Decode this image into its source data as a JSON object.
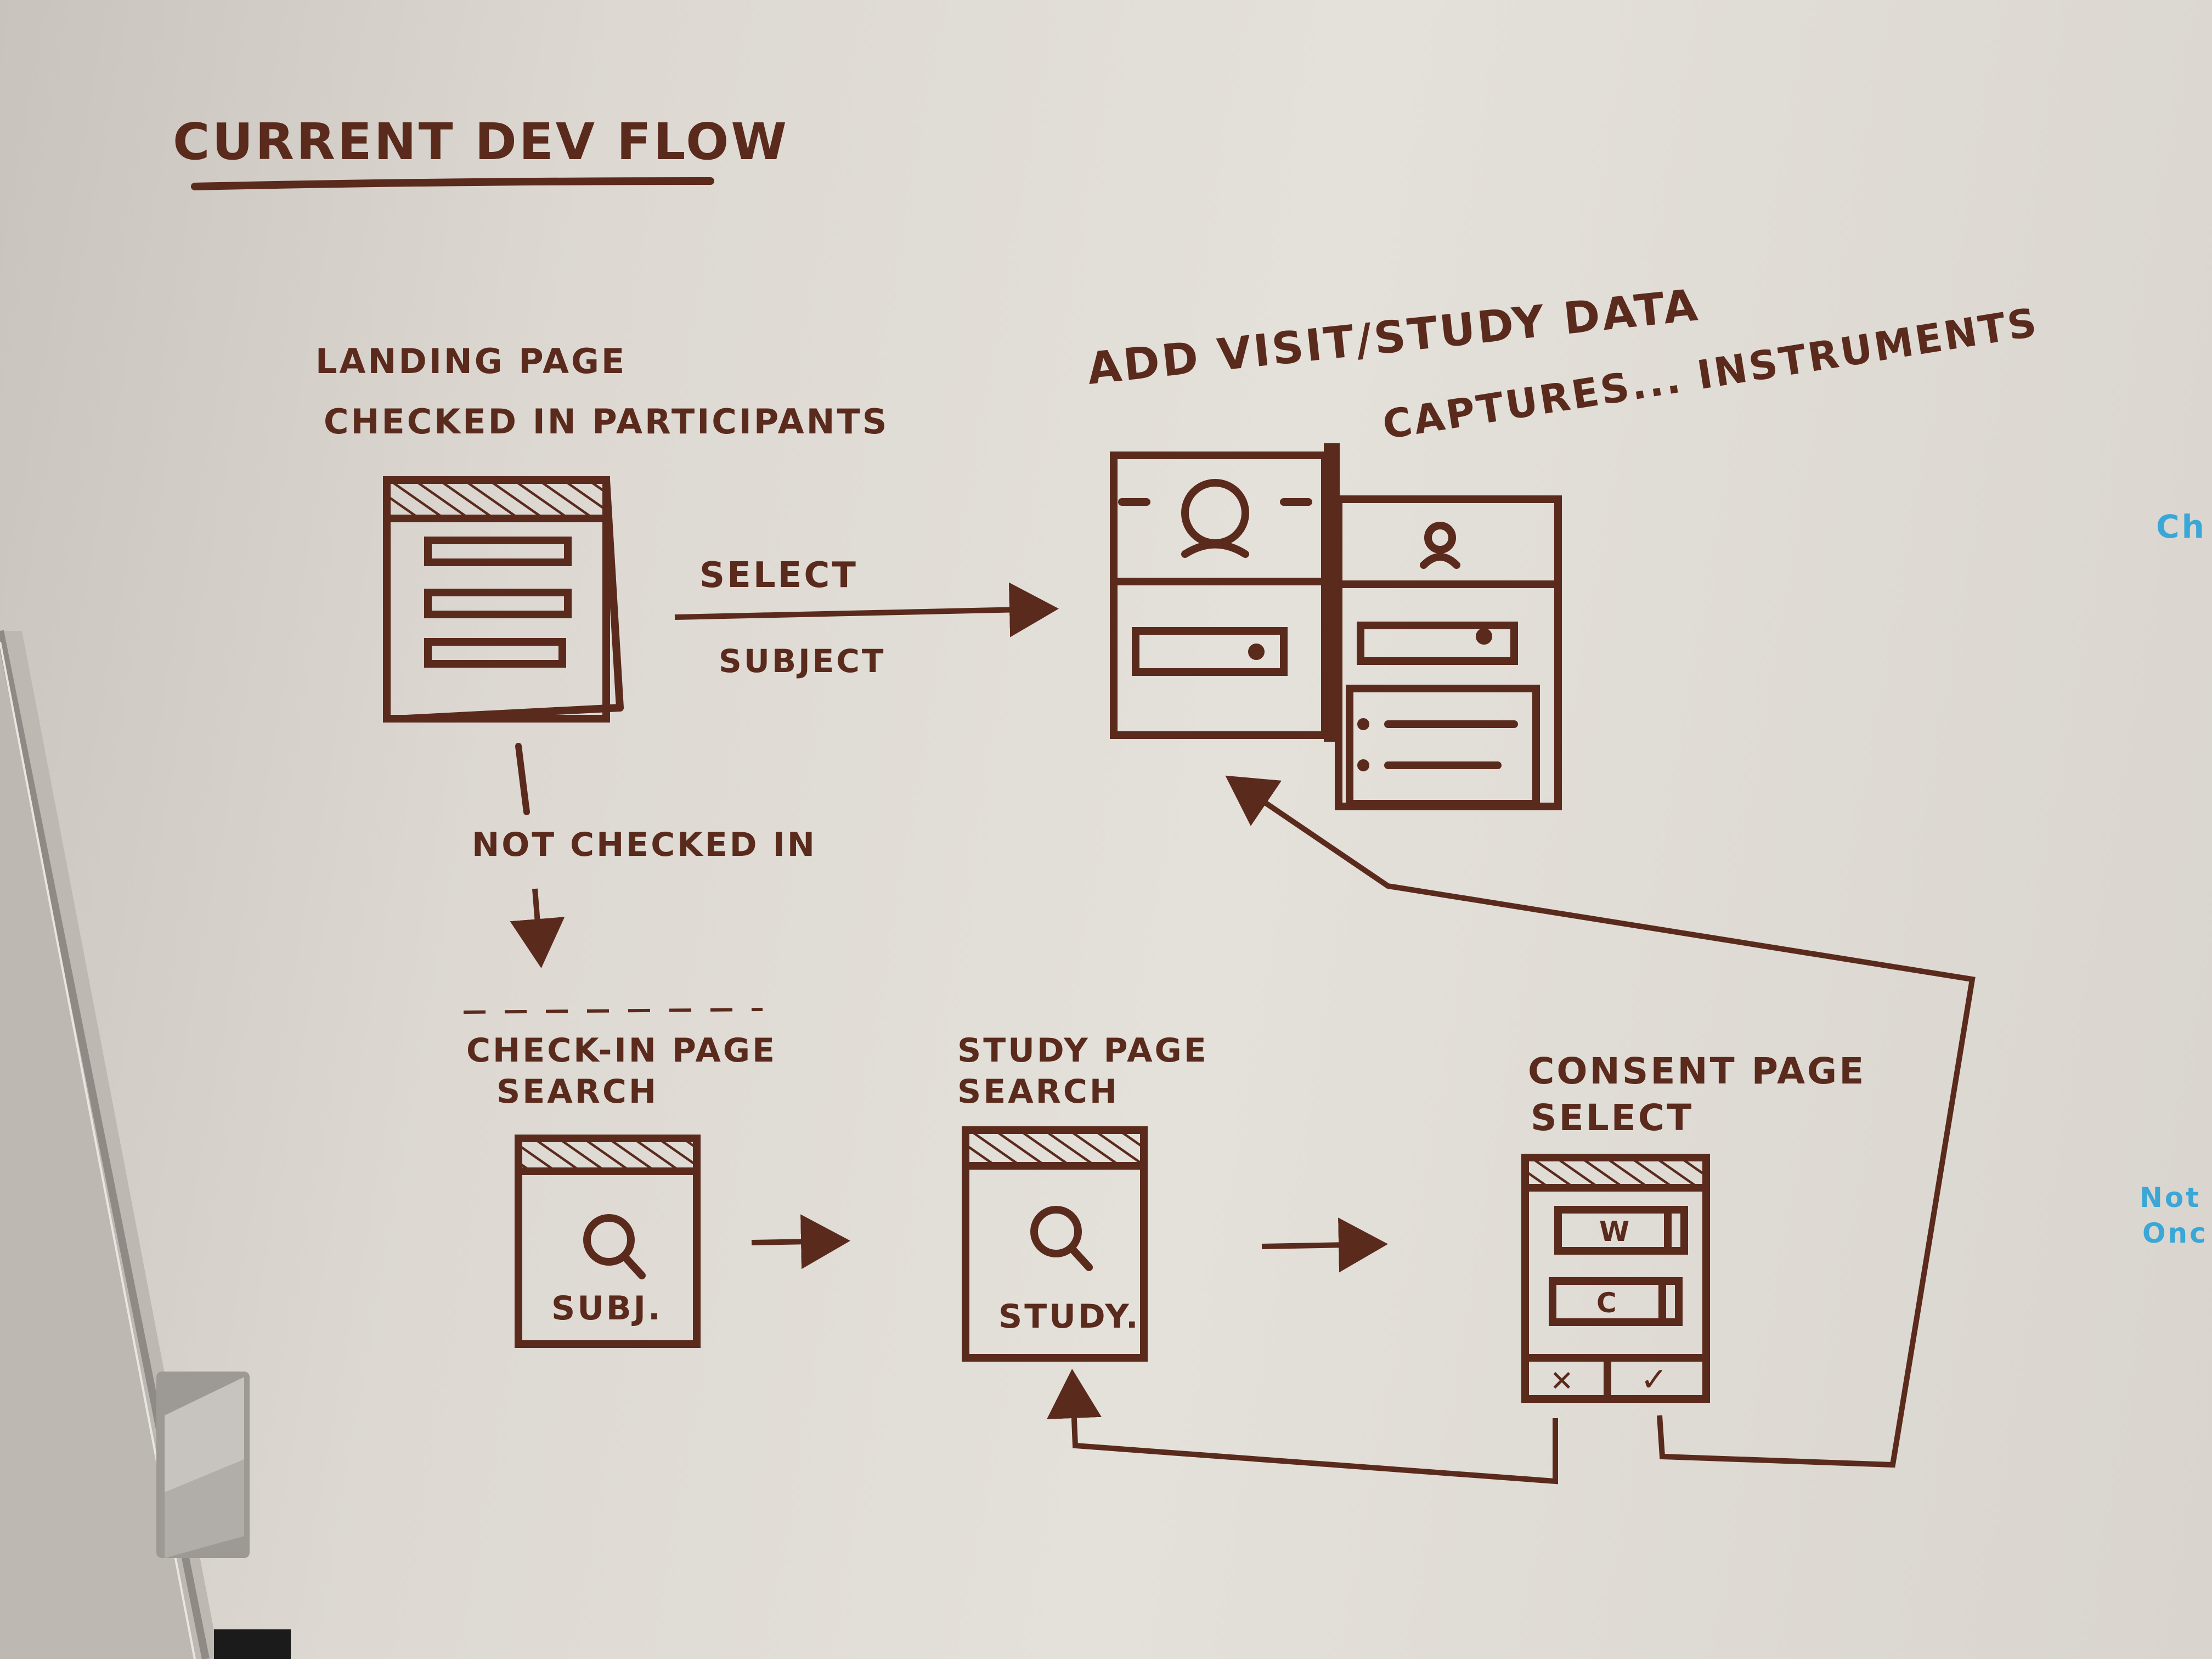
{
  "title": "CURRENT DEV FLOW",
  "nodes": {
    "landing": {
      "line1": "LANDING PAGE",
      "line2": "CHECKED IN PARTICIPANTS"
    },
    "add_visit": {
      "line1": "ADD VISIT/STUDY DATA",
      "line2": "CAPTURES... INSTRUMENTS"
    },
    "checkin": {
      "line1": "CHECK-IN PAGE",
      "line2": "SEARCH",
      "box_label": "SUBJ."
    },
    "study": {
      "line1": "STUDY PAGE",
      "line2": "SEARCH",
      "box_label": "STUDY."
    },
    "consent": {
      "line1": "CONSENT PAGE",
      "line2": "SELECT",
      "row1": "W",
      "row2": "C",
      "btn_no": "✕",
      "btn_yes": "✓"
    }
  },
  "edges": {
    "select_subject": {
      "top": "SELECT",
      "bottom": "SUBJECT"
    },
    "not_checked_in": "NOT CHECKED IN"
  },
  "margin_notes": {
    "right_top": "Ch",
    "right_bottom_1": "Not",
    "right_bottom_2": "Onc"
  },
  "colors": {
    "marker": "#5a2a1c",
    "board": "#e2ddd7",
    "blue_marker": "#3aa7d6"
  }
}
